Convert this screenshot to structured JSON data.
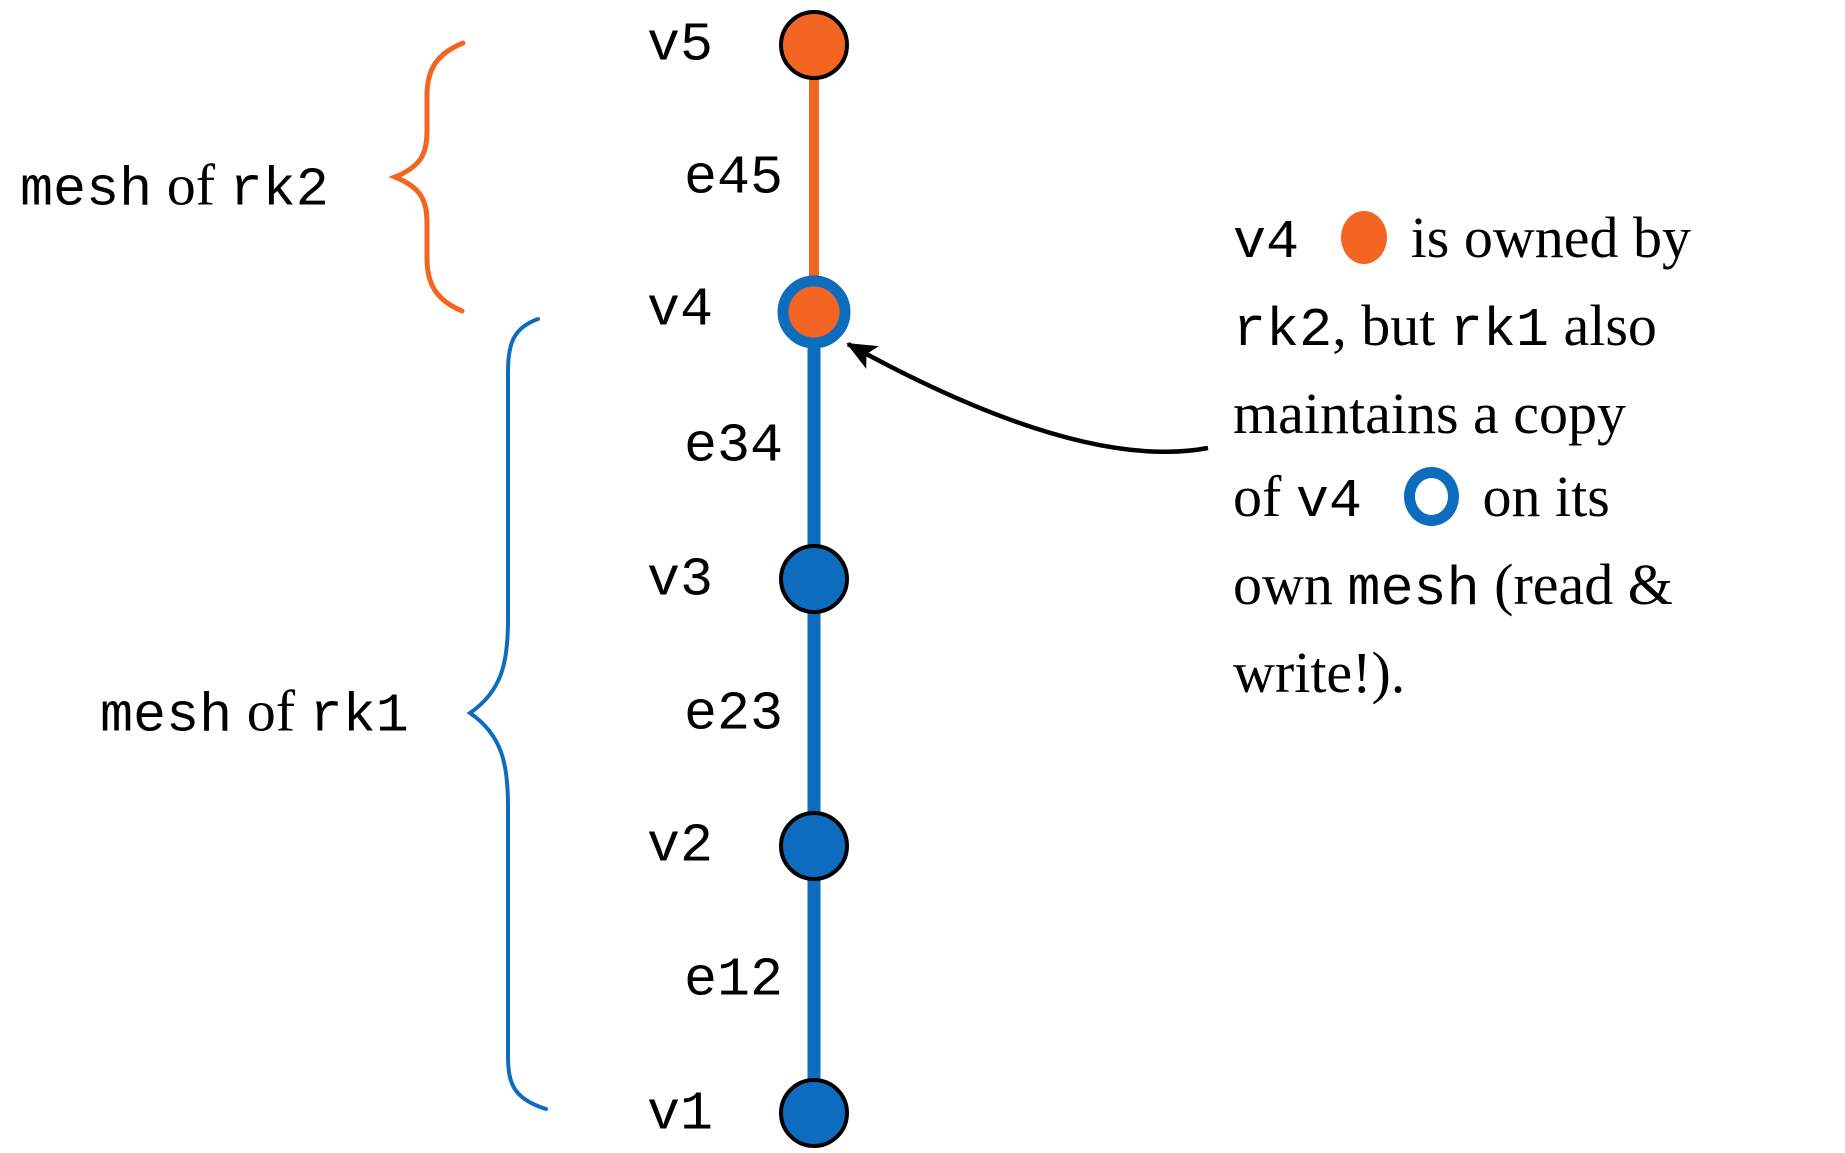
{
  "colors": {
    "orange": "#F26522",
    "blue": "#0E6CBE",
    "arrow_black": "#000000",
    "text_black": "#000000",
    "background": "#FFFFFF"
  },
  "mesh_labels": {
    "rk2_segments": [
      {
        "k": "mono",
        "t": "mesh"
      },
      {
        "k": "serif",
        "t": " of "
      },
      {
        "k": "mono",
        "t": "rk2"
      }
    ],
    "rk1_segments": [
      {
        "k": "mono",
        "t": "mesh"
      },
      {
        "k": "serif",
        "t": " of "
      },
      {
        "k": "mono",
        "t": "rk1"
      }
    ]
  },
  "graph": {
    "vertices": [
      {
        "id": "v5",
        "label": "v5",
        "owner": "rk2",
        "style": "orange-filled"
      },
      {
        "id": "v4",
        "label": "v4",
        "owner": "rk2",
        "style": "orange-filled-blue-ring"
      },
      {
        "id": "v3",
        "label": "v3",
        "owner": "rk1",
        "style": "blue-filled"
      },
      {
        "id": "v2",
        "label": "v2",
        "owner": "rk1",
        "style": "blue-filled"
      },
      {
        "id": "v1",
        "label": "v1",
        "owner": "rk1",
        "style": "blue-filled"
      }
    ],
    "edges": [
      {
        "id": "e45",
        "label": "e45",
        "owner": "rk2",
        "color": "orange"
      },
      {
        "id": "e34",
        "label": "e34",
        "owner": "rk1",
        "color": "blue"
      },
      {
        "id": "e23",
        "label": "e23",
        "owner": "rk1",
        "color": "blue"
      },
      {
        "id": "e12",
        "label": "e12",
        "owner": "rk1",
        "color": "blue"
      }
    ]
  },
  "annotation": {
    "lines": [
      [
        {
          "k": "mono",
          "t": "v4 "
        },
        {
          "k": "dot-orange"
        },
        {
          "k": "serif",
          "t": " is owned by"
        }
      ],
      [
        {
          "k": "mono",
          "t": "rk2"
        },
        {
          "k": "serif",
          "t": ", but "
        },
        {
          "k": "mono",
          "t": "rk1"
        },
        {
          "k": "serif",
          "t": " also"
        }
      ],
      [
        {
          "k": "serif",
          "t": "maintains a copy"
        }
      ],
      [
        {
          "k": "serif",
          "t": "of "
        },
        {
          "k": "mono",
          "t": "v4 "
        },
        {
          "k": "dot-blue-open"
        },
        {
          "k": "serif",
          "t": " on its"
        }
      ],
      [
        {
          "k": "serif",
          "t": "own "
        },
        {
          "k": "mono",
          "t": "mesh"
        },
        {
          "k": "serif",
          "t": " (read &"
        }
      ],
      [
        {
          "k": "serif",
          "t": "write!)."
        }
      ]
    ]
  }
}
